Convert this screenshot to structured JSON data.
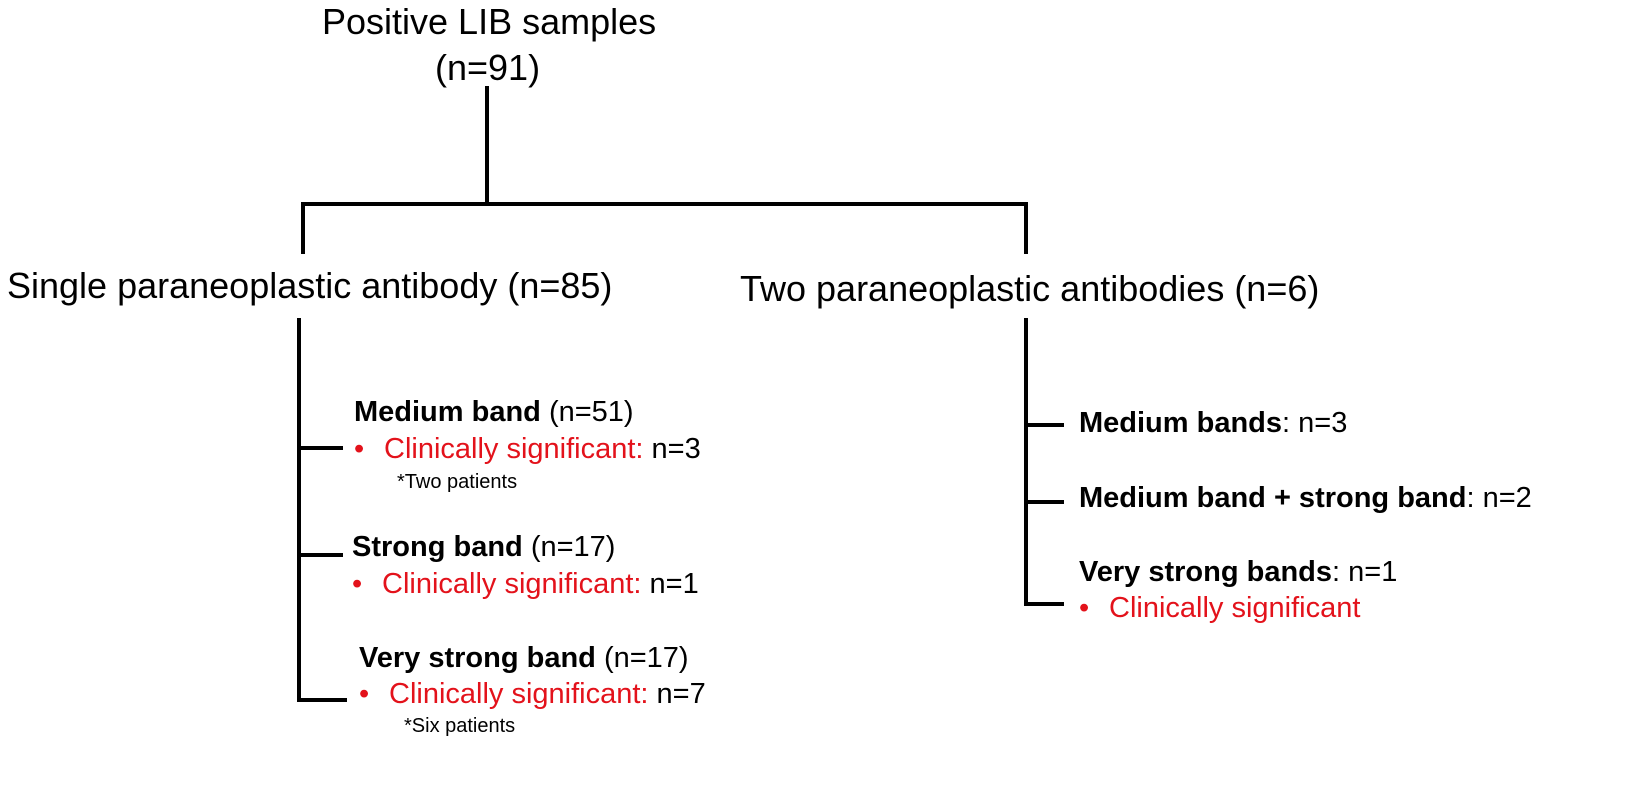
{
  "root": {
    "title": "Positive LIB samples",
    "count": "(n=91)"
  },
  "left": {
    "title": "Single paraneoplastic antibody (n=85)",
    "items": [
      {
        "band": "Medium band",
        "count": " (n=51)",
        "sig_label": "Clinically significant:",
        "sig_count": " n=3",
        "note": "*Two patients"
      },
      {
        "band": "Strong band",
        "count": " (n=17)",
        "sig_label": "Clinically significant:",
        "sig_count": " n=1"
      },
      {
        "band": "Very strong band",
        "count": " (n=17)",
        "sig_label": "Clinically significant:",
        "sig_count": " n=7",
        "note": "*Six patients"
      }
    ]
  },
  "right": {
    "title": "Two paraneoplastic antibodies (n=6)",
    "items": [
      {
        "band": "Medium bands",
        "count": ": n=3"
      },
      {
        "band": "Medium band + strong band",
        "count": ": n=2"
      },
      {
        "band": "Very strong bands",
        "count": ": n=1",
        "sig_label": "Clinically significant"
      }
    ]
  },
  "bullet": "•",
  "colors": {
    "significant": "#e3121b",
    "lines": "#000000"
  }
}
